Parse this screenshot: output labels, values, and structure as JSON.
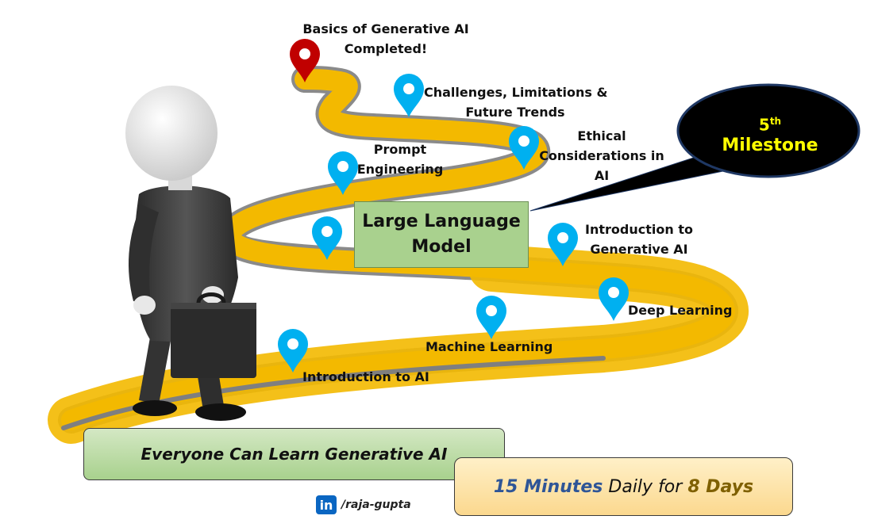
{
  "milestones": [
    {
      "id": "intro-ai",
      "label": "Introduction to AI",
      "pin_color": "#00b0f0"
    },
    {
      "id": "ml",
      "label": "Machine Learning",
      "pin_color": "#00b0f0"
    },
    {
      "id": "dl",
      "label": "Deep Learning",
      "pin_color": "#00b0f0"
    },
    {
      "id": "intro-genai",
      "label_line1": "Introduction to",
      "label_line2": "Generative  AI",
      "pin_color": "#00b0f0"
    },
    {
      "id": "llm",
      "label_line1": "Large Language",
      "label_line2": "Model",
      "pin_color": "#00b0f0"
    },
    {
      "id": "prompt",
      "label_line1": "Prompt",
      "label_line2": "Engineering",
      "pin_color": "#00b0f0"
    },
    {
      "id": "ethical",
      "label_line1": "Ethical",
      "label_line2": "Considerations in",
      "label_line3": "AI",
      "pin_color": "#00b0f0"
    },
    {
      "id": "challenges",
      "label_line1": "Challenges, Limitations &",
      "label_line2": "Future Trends",
      "pin_color": "#00b0f0"
    },
    {
      "id": "basics",
      "label_line1": "Basics of Generative  AI",
      "label_line2": "Completed!",
      "pin_color": "#c00000"
    }
  ],
  "callout": {
    "number": "5",
    "suffix": "th",
    "word": "Milestone",
    "text_color": "#ffff00",
    "bg_color": "#000000"
  },
  "banner_left": {
    "text": "Everyone Can Learn Generative AI"
  },
  "banner_right": {
    "part1": "15 Minutes",
    "part2": " Daily for ",
    "part3": "8 Days"
  },
  "credit": {
    "logo_text": "in",
    "handle": "/raja-gupta"
  },
  "colors": {
    "road": "#f3b900",
    "road_edge": "#7f7f7f",
    "suit": "#3a3a3a"
  }
}
